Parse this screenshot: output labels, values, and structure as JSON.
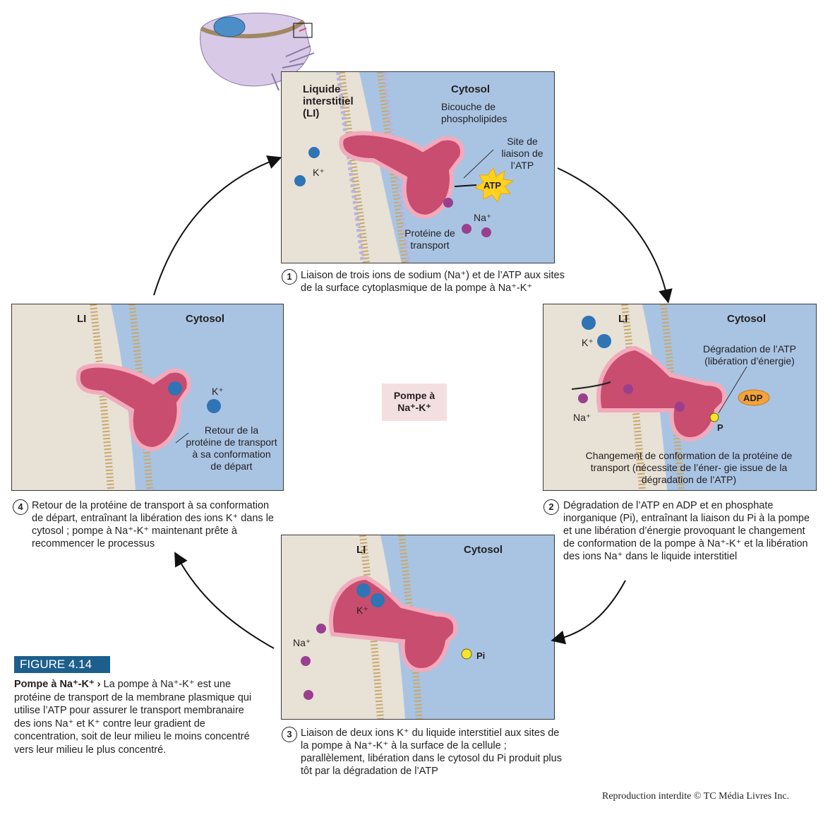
{
  "panel1": {
    "li_label": "Liquide interstitiel (LI)",
    "cytosol": "Cytosol",
    "bilayer": "Bicouche de phospholipides",
    "atp_site": "Site de liaison de l’ATP",
    "atp": "ATP",
    "k": "K⁺",
    "na": "Na⁺",
    "protein": "Protéine de transport"
  },
  "panel2": {
    "li": "LI",
    "cytosol": "Cytosol",
    "k": "K⁺",
    "na": "Na⁺",
    "degradation": "Dégradation de l’ATP (libération d’énergie)",
    "adp": "ADP",
    "p": "P",
    "change": "Changement de conformation de la protéine de transport (nécessite de l’éner- gie issue de la dégradation de l’ATP)"
  },
  "panel3": {
    "li": "LI",
    "cytosol": "Cytosol",
    "k": "K⁺",
    "na": "Na⁺",
    "pi": "Pi"
  },
  "panel4": {
    "li": "LI",
    "cytosol": "Cytosol",
    "k": "K⁺",
    "return": "Retour de la protéine de transport à sa conformation de départ"
  },
  "steps": [
    {
      "n": "1",
      "text": "Liaison de trois ions de sodium (Na⁺) et de l’ATP aux sites de la surface cytoplasmique de la pompe à Na⁺-K⁺"
    },
    {
      "n": "2",
      "text": "Dégradation de l’ATP en ADP et en phosphate inorganique (Pi), entraînant la liaison du Pi à la pompe et une libération d’énergie provoquant le changement de conformation de la pompe à Na⁺-K⁺ et la libération des ions Na⁺ dans le liquide interstitiel"
    },
    {
      "n": "3",
      "text": "Liaison de deux ions K⁺ du liquide interstitiel aux sites de la pompe à Na⁺-K⁺ à la surface de la cellule ; parallèlement, libération dans le cytosol du Pi produit plus tôt par la dégradation de l’ATP"
    },
    {
      "n": "4",
      "text": "Retour de la protéine de transport à sa conformation de départ, entraînant la libération des ions K⁺ dans le cytosol ; pompe à Na⁺-K⁺ maintenant prête à recommencer le processus"
    }
  ],
  "center": "Pompe à Na⁺-K⁺",
  "figure": {
    "tag": "FIGURE 4.14",
    "title": "Pompe à Na⁺-K⁺",
    "arrow": "›",
    "text": "La pompe à Na⁺-K⁺ est une protéine de transport de la membrane plasmique qui utilise l’ATP pour assurer le transport membranaire des ions Na⁺ et K⁺ contre leur gradient de concentration, soit de leur milieu le moins concentré vers leur milieu le plus concentré."
  },
  "copyright": "Reproduction interdite © TC Média Livres Inc.",
  "colors": {
    "li": "#e8e1d6",
    "cytosol": "#a9c4e3",
    "membrane": "#c7a96b",
    "protein": "#c94d6e",
    "protein_rim": "#f2aabc",
    "k_ion": "#2f74b5",
    "na_ion": "#9a3f8f",
    "accent": "#1d5f8c"
  }
}
